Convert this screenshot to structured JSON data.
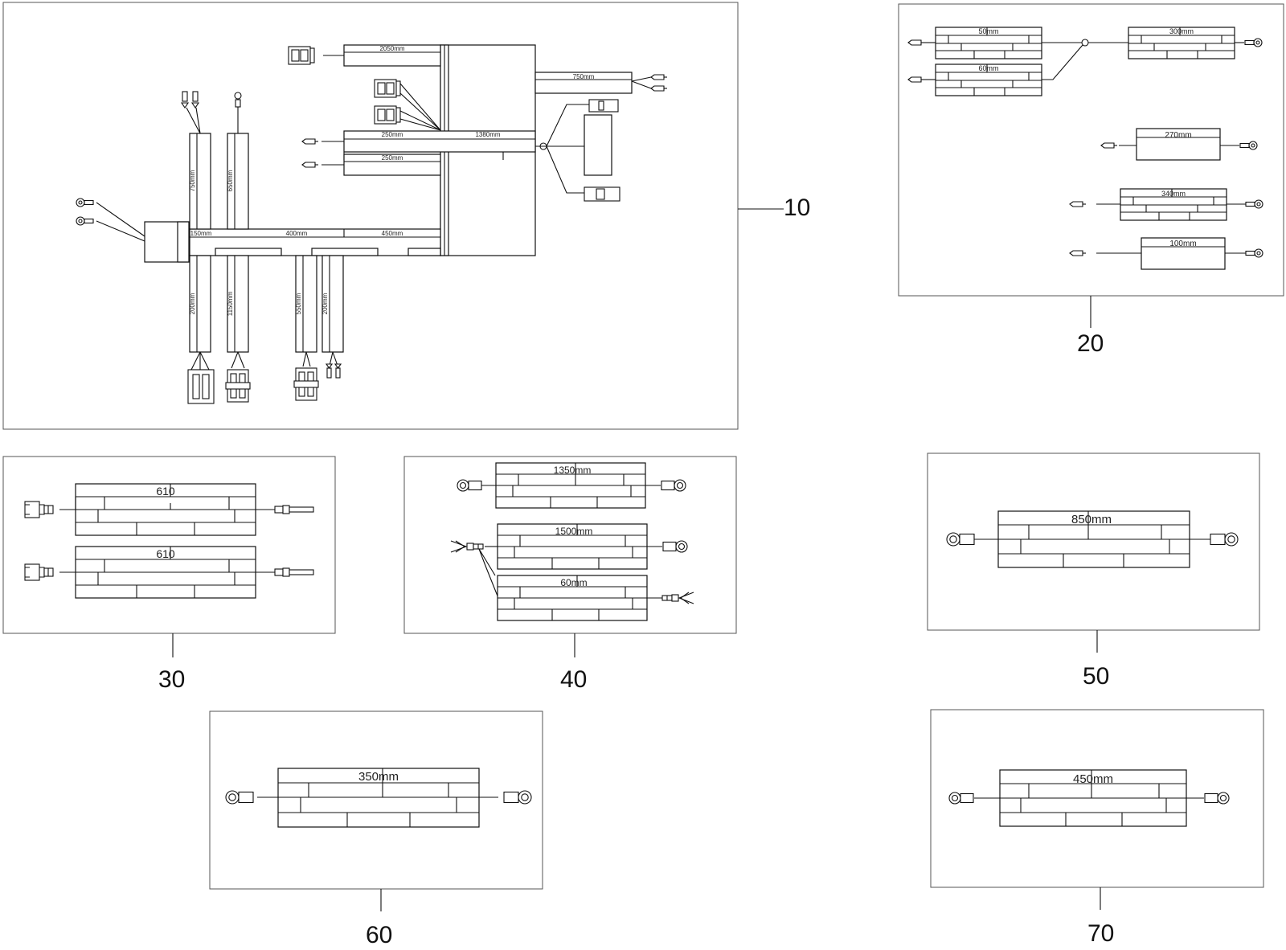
{
  "panels": {
    "p10": {
      "number": "10",
      "lengths": {
        "l2050": "2050mm",
        "l750h": "750mm",
        "l250a": "250mm",
        "l1380": "1380mm",
        "l250b": "250mm",
        "l150": "150mm",
        "l400": "400mm",
        "l450": "450mm",
        "l750v": "750mm",
        "l650": "650mm",
        "l200a": "200mm",
        "l1150": "1150mm",
        "l550": "550mm",
        "l200b": "200mm"
      }
    },
    "p20": {
      "number": "20",
      "lengths": {
        "l50": "50mm",
        "l60": "60mm",
        "l300": "300mm",
        "l270": "270mm",
        "l340": "340mm",
        "l100": "100mm"
      }
    },
    "p30": {
      "number": "30",
      "lengths": {
        "top": "610",
        "bottom": "610"
      }
    },
    "p40": {
      "number": "40",
      "lengths": {
        "l1350": "1350mm",
        "l1500": "1500mm",
        "l60": "60mm"
      }
    },
    "p50": {
      "number": "50",
      "lengths": {
        "l850": "850mm"
      }
    },
    "p60": {
      "number": "60",
      "lengths": {
        "l350": "350mm"
      }
    },
    "p70": {
      "number": "70",
      "lengths": {
        "l450": "450mm"
      }
    }
  }
}
